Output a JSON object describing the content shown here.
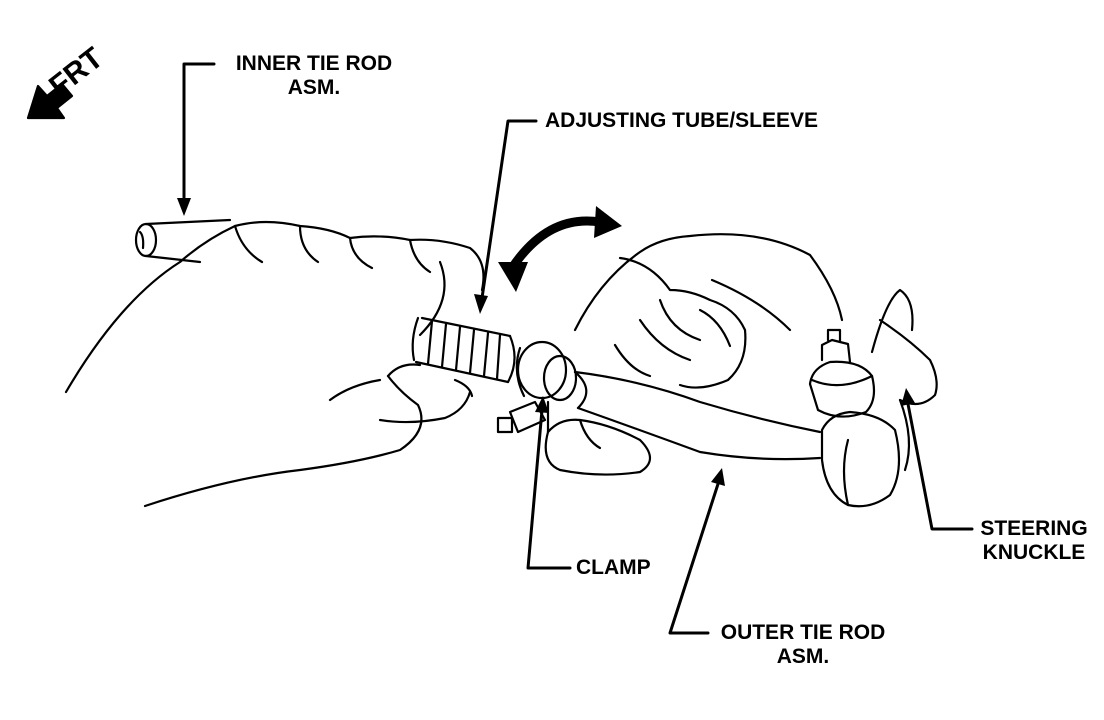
{
  "diagram": {
    "direction_label": "FRT",
    "labels": {
      "inner_tie_rod": [
        "INNER TIE ROD",
        "ASM."
      ],
      "adjusting_tube": "ADJUSTING TUBE/SLEEVE",
      "clamp": "CLAMP",
      "outer_tie_rod": [
        "OUTER TIE ROD",
        "ASM."
      ],
      "steering_knuckle": [
        "STEERING",
        "KNUCKLE"
      ]
    }
  }
}
